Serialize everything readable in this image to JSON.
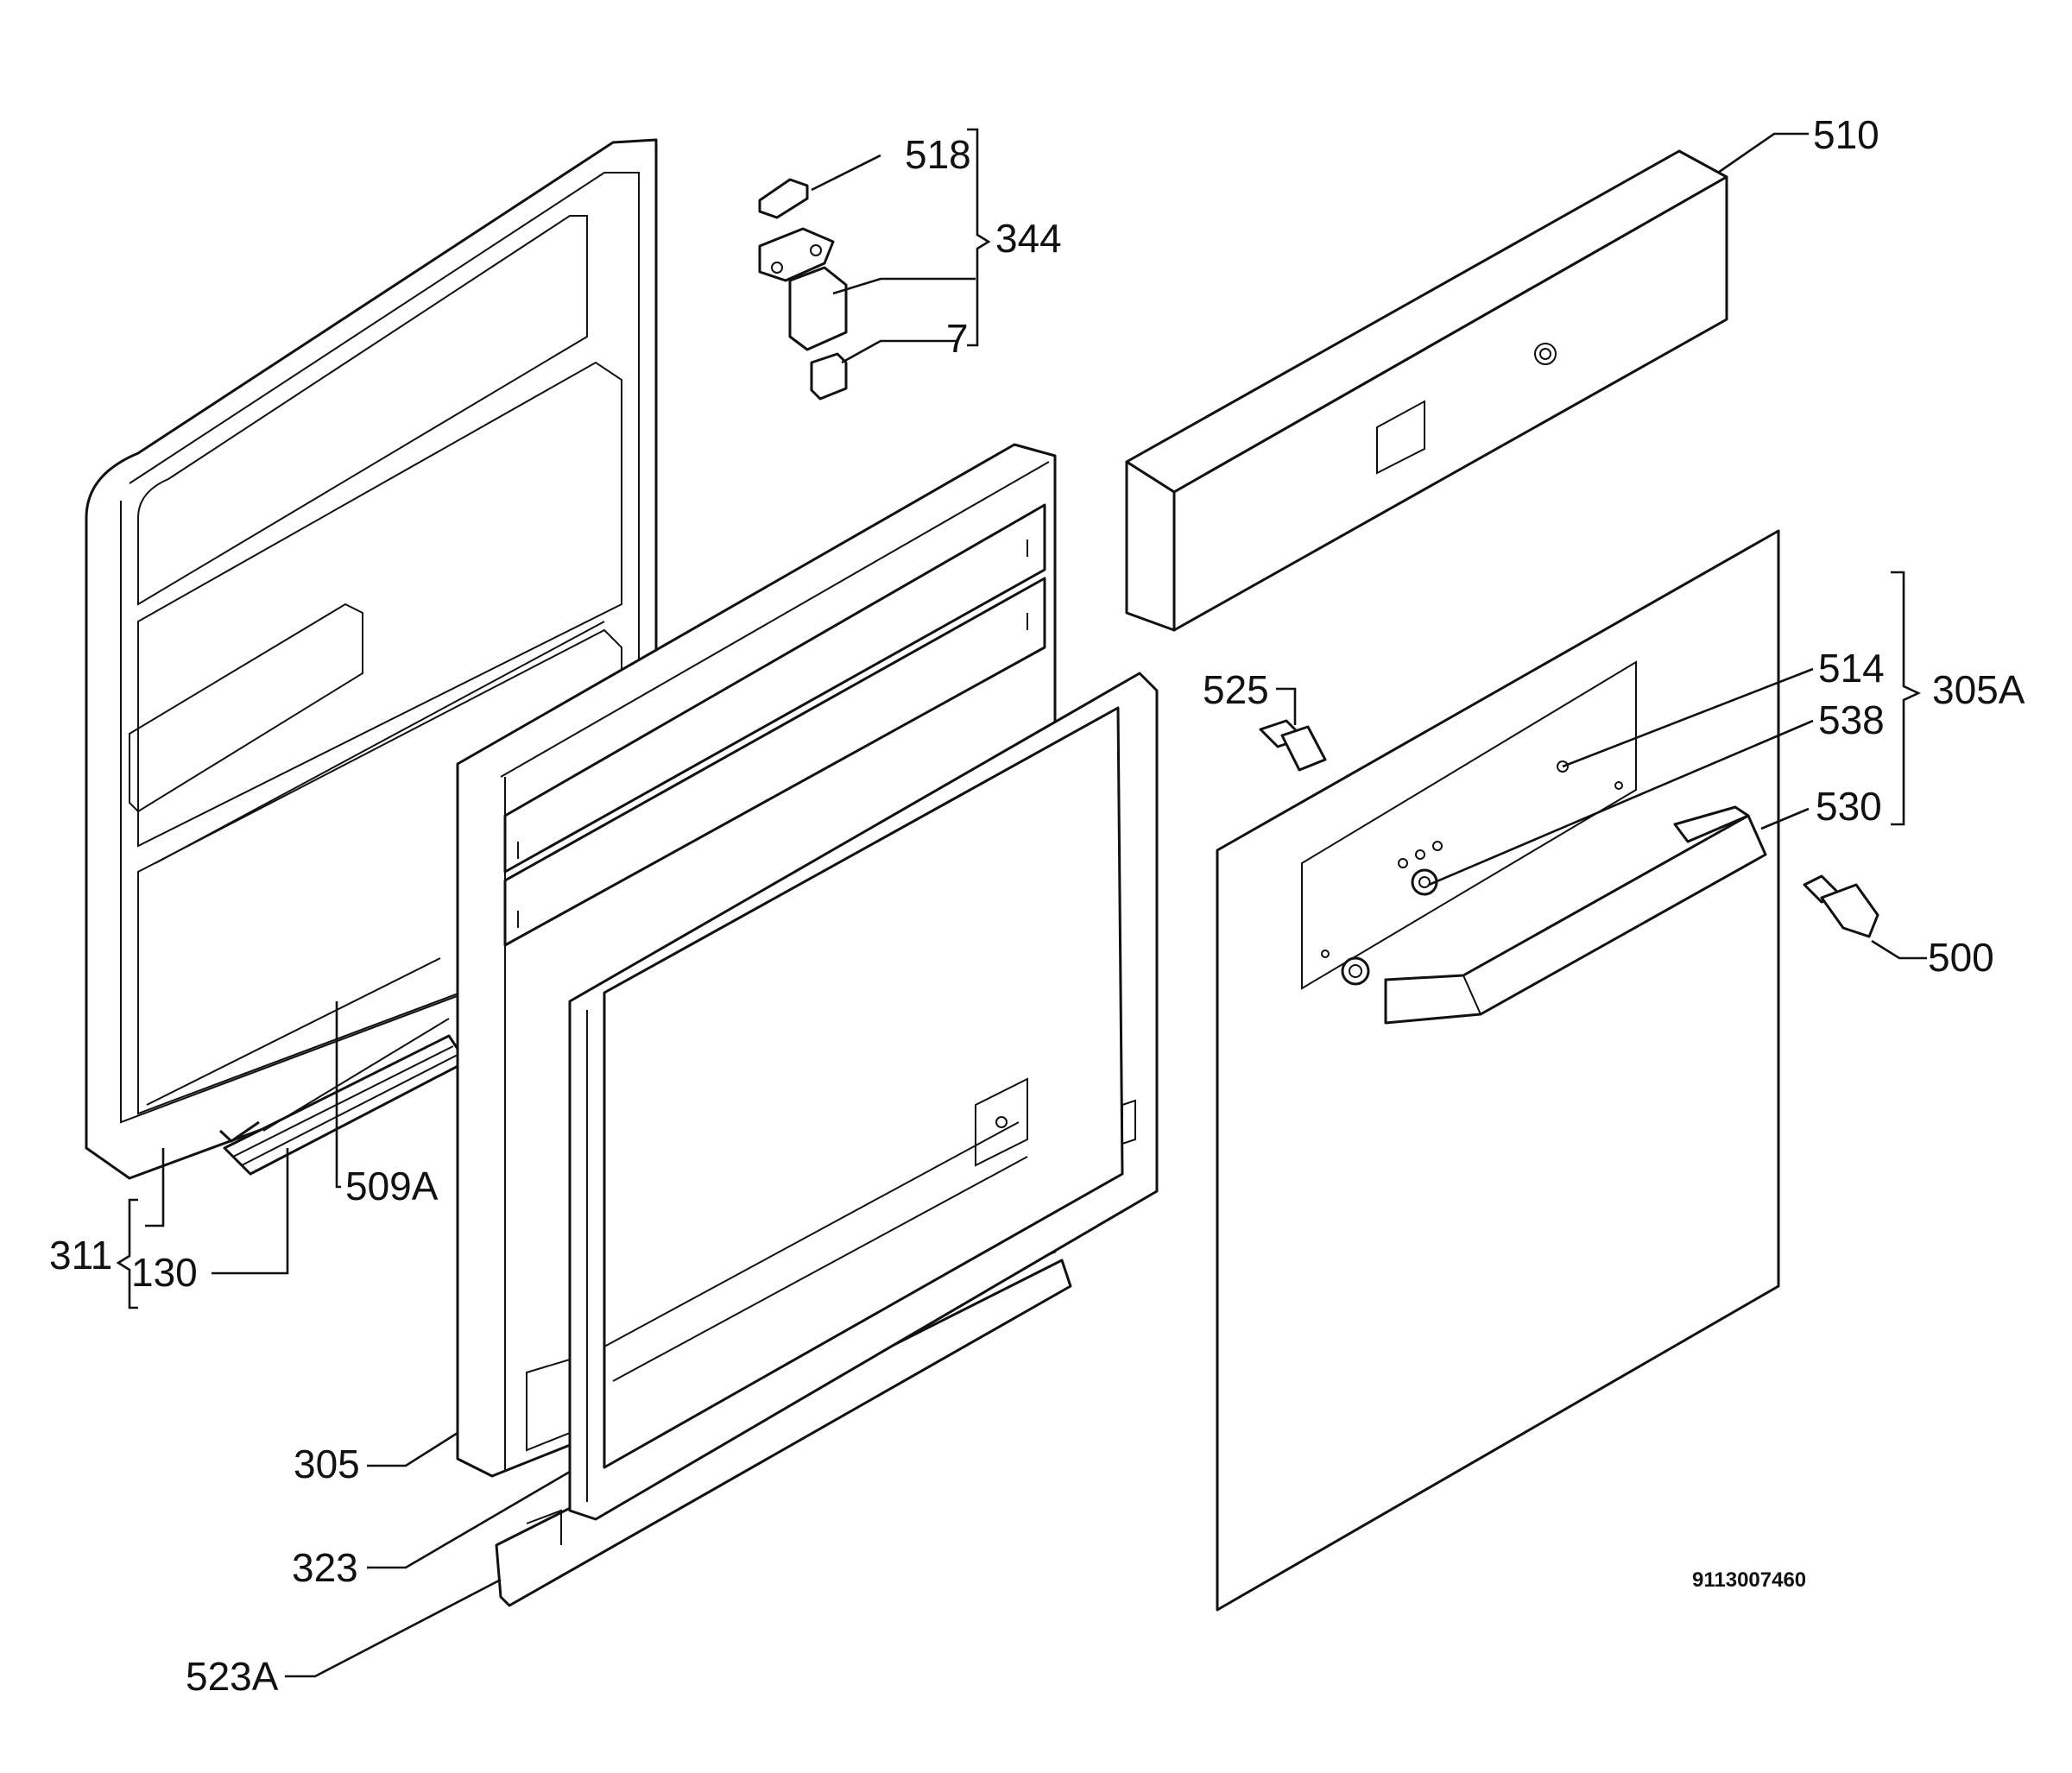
{
  "labels": {
    "p518": "518",
    "p344": "344",
    "p7": "7",
    "p510": "510",
    "p525": "525",
    "p514": "514",
    "p538": "538",
    "p305a": "305A",
    "p530": "530",
    "p500": "500",
    "p509a": "509A",
    "p311": "311",
    "p130": "130",
    "p305": "305",
    "p323": "323",
    "p523a": "523A"
  },
  "drawing_code": "9113007460"
}
